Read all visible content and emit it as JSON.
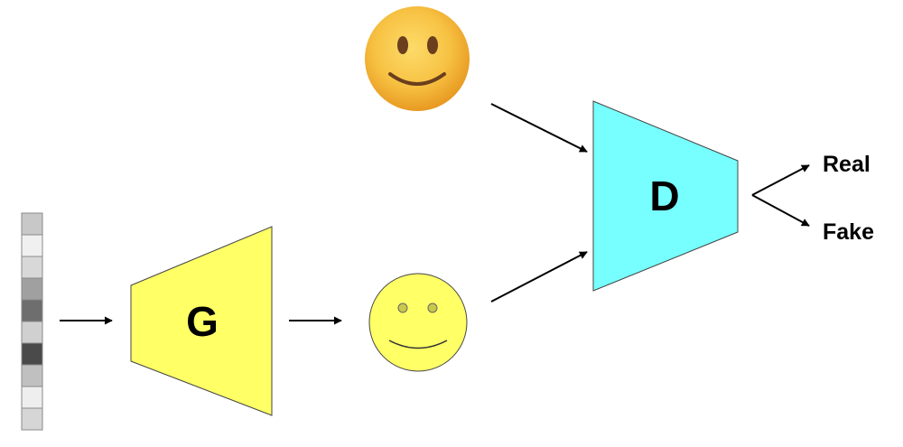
{
  "generator": {
    "label": "G",
    "fill": "#ffff66"
  },
  "discriminator": {
    "label": "D",
    "fill": "#77ffff"
  },
  "outputs": {
    "real": "Real",
    "fake": "Fake"
  },
  "noise_vector": {
    "cells": [
      "#c8c8c8",
      "#f0f0f0",
      "#d8d8d8",
      "#a0a0a0",
      "#6e6e6e",
      "#d0d0d0",
      "#4a4a4a",
      "#c0c0c0",
      "#eeeeee",
      "#d6d6d6"
    ]
  },
  "real_face": {
    "icon": "smiley-emoji-icon",
    "fill": "#f3b130"
  },
  "fake_face": {
    "icon": "smiley-drawing-icon",
    "fill": "#ffff66"
  }
}
